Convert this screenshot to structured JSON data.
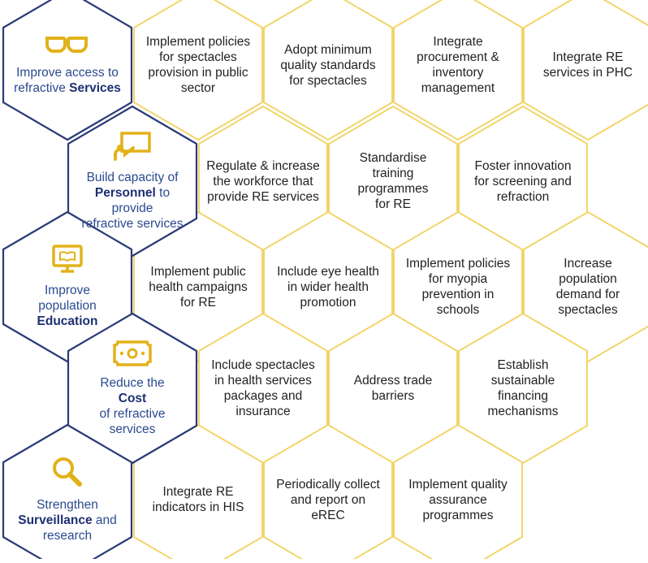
{
  "colors": {
    "strategy_border": "#2b3a78",
    "action_border": "#f2d56b",
    "icon_gold": "#e2b21a",
    "strategy_text": "#2a4a8f",
    "strategy_bold": "#1d2f72",
    "action_text": "#222222"
  },
  "strategies": [
    {
      "id": "services",
      "icon": "glasses-icon",
      "lines": [
        [
          {
            "t": "Improve access to",
            "b": false
          }
        ],
        [
          {
            "t": "refractive ",
            "b": false
          },
          {
            "t": "Services",
            "b": true
          }
        ]
      ]
    },
    {
      "id": "personnel",
      "icon": "teacher-board-icon",
      "lines": [
        [
          {
            "t": "Build capacity of",
            "b": false
          }
        ],
        [
          {
            "t": "Personnel",
            "b": true
          },
          {
            "t": " to",
            "b": false
          }
        ],
        [
          {
            "t": "provide",
            "b": false
          }
        ],
        [
          {
            "t": "refractive services",
            "b": false
          }
        ]
      ]
    },
    {
      "id": "education",
      "icon": "monitor-book-icon",
      "lines": [
        [
          {
            "t": "Improve",
            "b": false
          }
        ],
        [
          {
            "t": "population",
            "b": false
          }
        ],
        [
          {
            "t": "Education",
            "b": true
          }
        ]
      ]
    },
    {
      "id": "cost",
      "icon": "banknote-icon",
      "lines": [
        [
          {
            "t": "Reduce the",
            "b": false
          }
        ],
        [
          {
            "t": "Cost",
            "b": true
          }
        ],
        [
          {
            "t": "of refractive",
            "b": false
          }
        ],
        [
          {
            "t": "services",
            "b": false
          }
        ]
      ]
    },
    {
      "id": "surveillance",
      "icon": "magnifier-icon",
      "lines": [
        [
          {
            "t": "Strengthen",
            "b": false
          }
        ],
        [
          {
            "t": "Surveillance",
            "b": true
          },
          {
            "t": " and",
            "b": false
          }
        ],
        [
          {
            "t": "research",
            "b": false
          }
        ]
      ]
    }
  ],
  "actions": [
    [
      "Implement policies for spectacles provision in public sector",
      "Adopt minimum quality standards for spectacles",
      "Integrate procurement & inventory management",
      "Integrate RE services in PHC"
    ],
    [
      "Regulate & increase the workforce that provide RE services",
      "Standardise training programmes for RE",
      "Foster innovation for screening and refraction"
    ],
    [
      "Implement public health campaigns for RE",
      "Include eye health in wider health promotion",
      "Implement policies for myopia prevention in schools",
      "Increase population demand for spectacles"
    ],
    [
      "Include spectacles in health services packages and insurance",
      "Address trade barriers",
      "Establish sustainable financing mechanisms"
    ],
    [
      "Integrate RE indicators in HIS",
      "Periodically collect and report on eREC",
      "Implement quality assurance programmes"
    ]
  ],
  "action_lines": [
    [
      [
        "Implement policies",
        "for spectacles",
        "provision in public",
        "sector"
      ],
      [
        "Adopt minimum",
        "quality standards",
        "for spectacles"
      ],
      [
        "Integrate",
        "procurement &",
        "inventory",
        "management"
      ],
      [
        "Integrate RE",
        "services in PHC"
      ]
    ],
    [
      [
        "Regulate & increase",
        "the workforce that",
        "provide RE services"
      ],
      [
        "Standardise",
        "training",
        "programmes",
        "for RE"
      ],
      [
        "Foster innovation",
        "for screening and",
        "refraction"
      ]
    ],
    [
      [
        "Implement public",
        "health campaigns",
        "for RE"
      ],
      [
        "Include eye health",
        "in wider health",
        "promotion"
      ],
      [
        "Implement policies",
        "for myopia",
        "prevention in",
        "schools"
      ],
      [
        "Increase",
        "population",
        "demand for",
        "spectacles"
      ]
    ],
    [
      [
        "Include spectacles",
        "in health services",
        "packages and",
        "insurance"
      ],
      [
        "Address trade",
        "barriers"
      ],
      [
        "Establish",
        "sustainable",
        "financing",
        "mechanisms"
      ]
    ],
    [
      [
        "Integrate RE",
        "indicators in HIS"
      ],
      [
        "Periodically collect",
        "and report on",
        "eREC"
      ],
      [
        "Implement quality",
        "assurance",
        "programmes"
      ]
    ]
  ]
}
